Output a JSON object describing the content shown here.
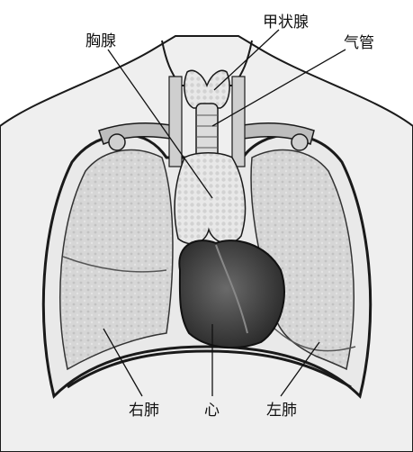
{
  "labels": {
    "thyroid": "甲状腺",
    "thymus": "胸腺",
    "trachea": "气管",
    "right_lung": "右肺",
    "heart": "心",
    "left_lung": "左肺"
  },
  "colors": {
    "background": "#ffffff",
    "skin": "#efefef",
    "lung": "#d4d4d4",
    "gland": "#e6e6e6",
    "heart": "#3d3d3d",
    "outline": "#1a1a1a"
  }
}
